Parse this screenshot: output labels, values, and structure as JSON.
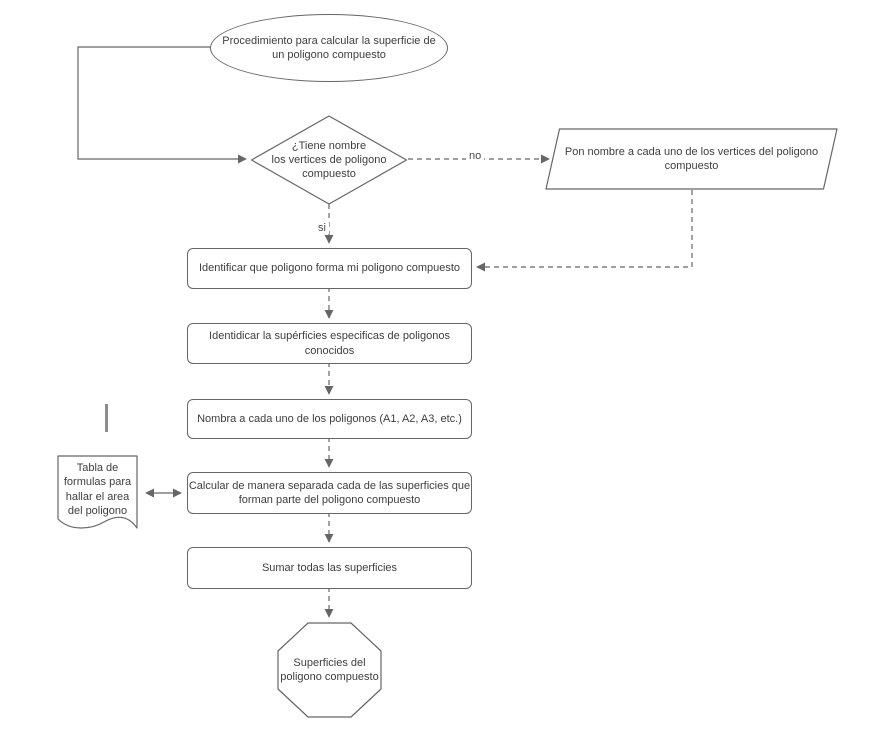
{
  "diagram": {
    "background": "#ffffff",
    "stroke_color": "#666666",
    "text_color": "#3e3e3e",
    "nodes": {
      "start": {
        "shape": "ellipse",
        "label": "Procedimiento para calcular la superficie de\nun poligono compuesto"
      },
      "decision": {
        "shape": "diamond",
        "label": "¿Tiene nombre\nlos vertices de poligono\ncompuesto"
      },
      "name_vertices": {
        "shape": "parallelogram",
        "label": "Pon nombre a cada uno de los vertices del poligono\ncompuesto"
      },
      "identify_polygons": {
        "shape": "rectangle",
        "label": "Identificar que poligono forma mi poligono compuesto"
      },
      "identify_surfaces": {
        "shape": "rectangle",
        "label": "Identidicar la supérficies especificas de poligonos\nconocidos"
      },
      "name_polygons": {
        "shape": "rectangle",
        "label": "Nombra a cada uno de los poligonos (A1, A2, A3, etc.)"
      },
      "calculate_surfaces": {
        "shape": "rectangle",
        "label": "Calcular de manera separada cada de las superficies que\nforman parte del poligono compuesto"
      },
      "formulas_table": {
        "shape": "document",
        "label": "Tabla de\nformulas para\nhallar el area\ndel poligono"
      },
      "sum_surfaces": {
        "shape": "rectangle",
        "label": "Sumar todas las superficies"
      },
      "end": {
        "shape": "octagon",
        "label": "Superficies del\npoligono compuesto"
      }
    },
    "edge_labels": {
      "yes": "si",
      "no": "no"
    }
  }
}
